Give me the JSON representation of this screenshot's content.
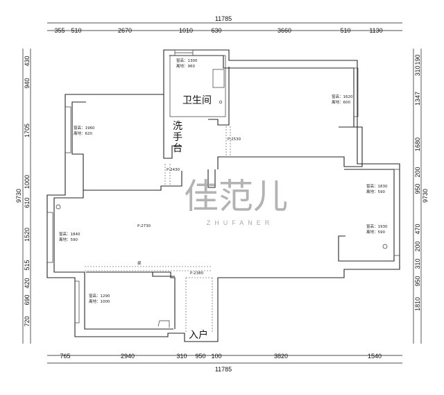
{
  "dimensions": {
    "top_total": "11785",
    "top_segments": [
      "355",
      "510",
      "2670",
      "1010",
      "630",
      "3660",
      "510",
      "1130"
    ],
    "bottom_total": "11785",
    "bottom_segments": [
      "765",
      "2940",
      "310",
      "950",
      "100",
      "3820",
      "1540"
    ],
    "left_total": "9730",
    "left_segments": [
      "430",
      "940",
      "1705",
      "1000",
      "610",
      "1520",
      "515",
      "420",
      "690",
      "720"
    ],
    "right_total": "9730",
    "right_segments": [
      "190",
      "310",
      "1347",
      "1680",
      "200",
      "950",
      "470",
      "200",
      "310",
      "950",
      "1810"
    ]
  },
  "rooms": {
    "bathroom": "卫生间",
    "washbasin": [
      "洗",
      "手",
      "台"
    ],
    "entrance": "入户"
  },
  "window_notes": [
    {
      "line1": "窗高：1300",
      "line2": "离地：960"
    },
    {
      "line1": "窗高：1620",
      "line2": "离地：600"
    },
    {
      "line1": "窗高：1960",
      "line2": "离地：620"
    },
    {
      "line1": "窗高：1830",
      "line2": "离地：590"
    },
    {
      "line1": "窗高：1930",
      "line2": "离地：590"
    },
    {
      "line1": "窗高：1840",
      "line2": "离地：590"
    },
    {
      "line1": "窗高：1290",
      "line2": "离地：1000"
    }
  ],
  "door_notes": {
    "p2530": "P:2530",
    "p2430": "P:2430",
    "p2730": "P:2730",
    "p2380": "P:2380",
    "beam": "梁"
  },
  "watermark": {
    "logo": "佳范儿",
    "sub": "ZHUFANER"
  }
}
